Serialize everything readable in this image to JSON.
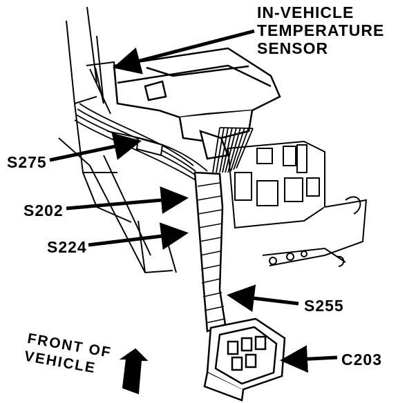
{
  "labels": {
    "sensor_title_line1": "IN-VEHICLE",
    "sensor_title_line2": "TEMPERATURE",
    "sensor_title_line3": "SENSOR",
    "s275": "S275",
    "s202": "S202",
    "s224": "S224",
    "s255": "S255",
    "c203": "C203",
    "front_line1": "FRONT OF",
    "front_line2": "VEHICLE"
  }
}
